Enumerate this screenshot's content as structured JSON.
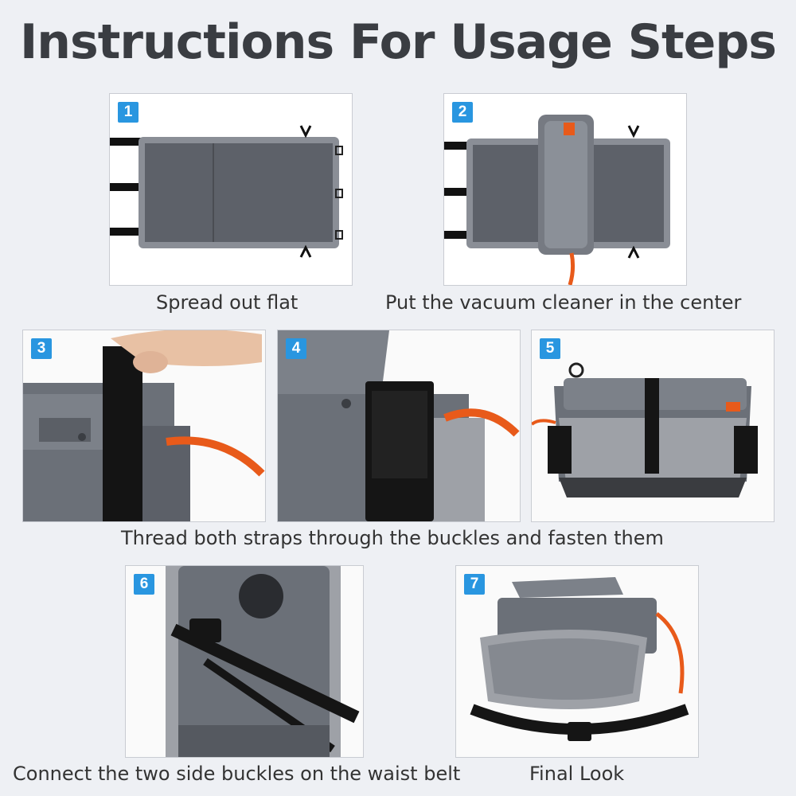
{
  "title": "Instructions For Usage Steps",
  "steps": [
    {
      "number": "1",
      "caption": "Spread out flat"
    },
    {
      "number": "2",
      "caption": "Put the vacuum cleaner in the center"
    },
    {
      "number": "3"
    },
    {
      "number": "4"
    },
    {
      "number": "5"
    },
    {
      "number": "6",
      "caption": "Connect the two side buckles on the waist belt"
    },
    {
      "number": "7",
      "caption": "Final Look"
    }
  ],
  "shared_caption": "Thread both straps through the buckles and fasten them",
  "colors": {
    "badge": "#2996e0",
    "background": "#eef0f4",
    "device_gray": "#6b7078",
    "cord_orange": "#e85a1a"
  }
}
